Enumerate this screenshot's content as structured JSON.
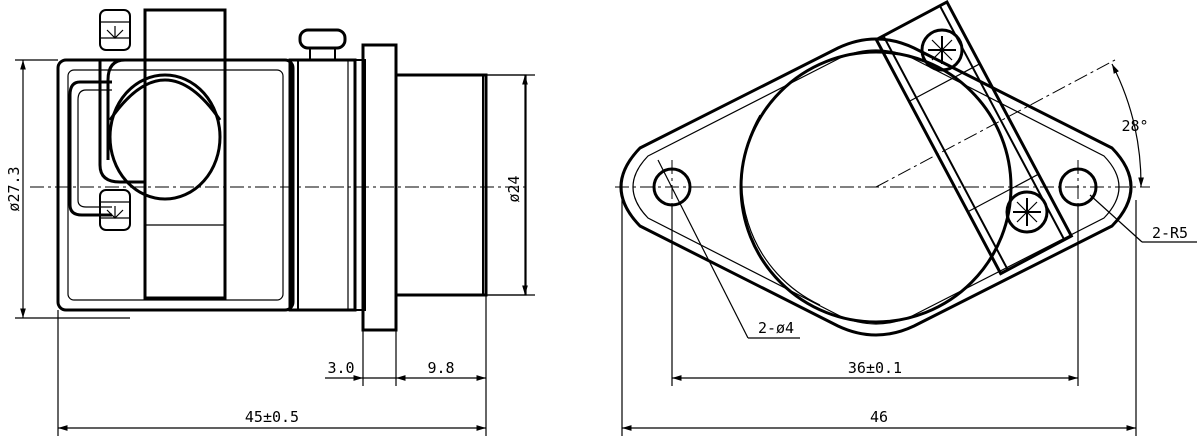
{
  "drawing": {
    "side_view": {
      "dimensions": {
        "body_diameter": "ø27.3",
        "barrel_diameter": "ø24",
        "flange_thickness": "3.0",
        "barrel_length": "9.8",
        "overall_length": "45±0.5"
      }
    },
    "front_view": {
      "dimensions": {
        "mounting_holes": "2-ø4",
        "corner_radius": "2-R5",
        "hole_spacing": "36±0.1",
        "overall_width": "46",
        "angle": "28°"
      }
    }
  }
}
